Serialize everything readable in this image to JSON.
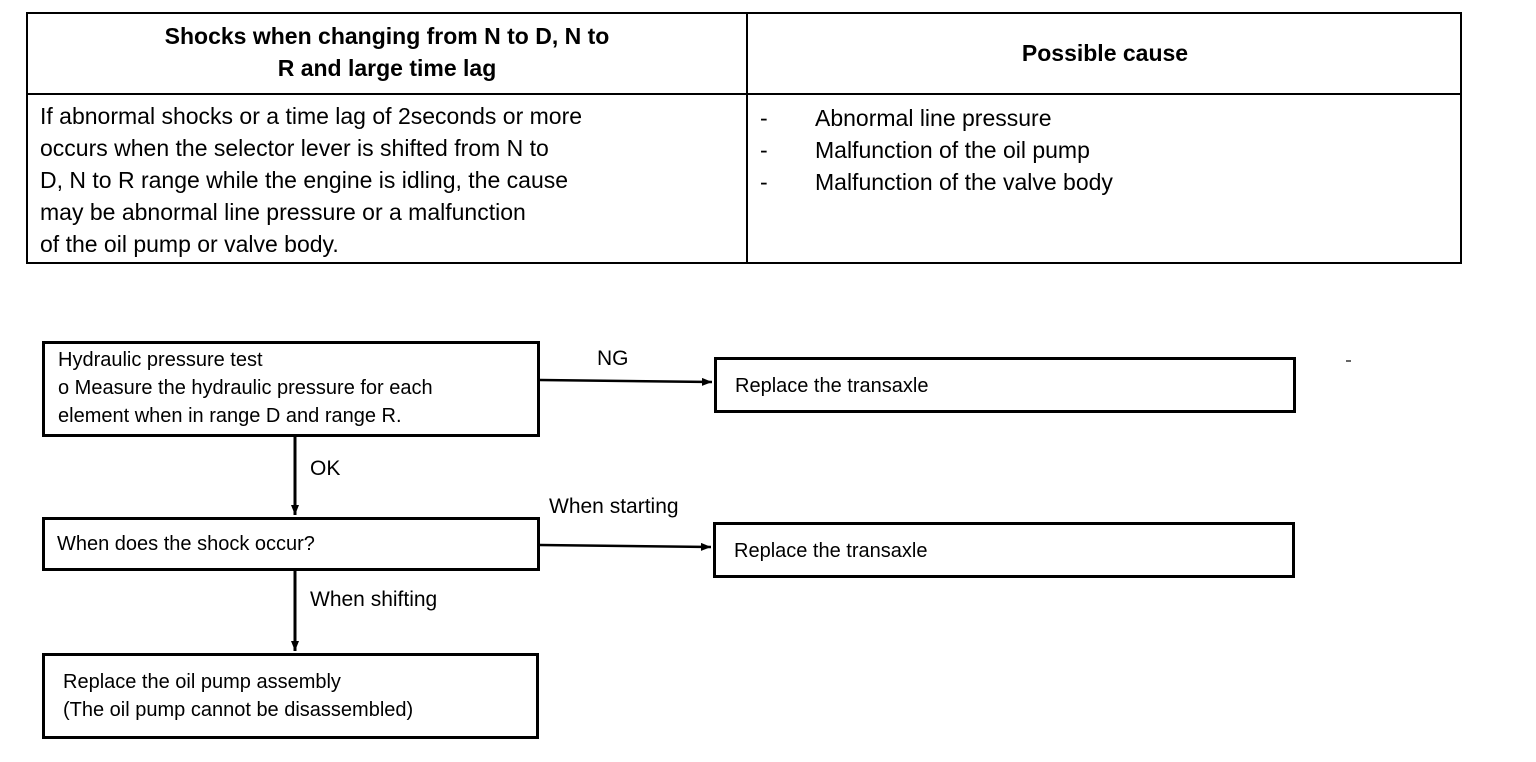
{
  "table": {
    "header_symptom_line1": "Shocks when changing from N to D, N to",
    "header_symptom_line2": "R and large time lag",
    "header_cause": "Possible cause",
    "symptom_lines": [
      "If abnormal shocks or a time lag of 2seconds or more",
      "occurs when the selector lever is shifted from N to",
      "D, N to R range while the engine is idling, the cause",
      "may be abnormal line pressure or a malfunction",
      "of the oil pump or valve body."
    ],
    "cause_dash": "-",
    "causes": [
      "Abnormal line pressure",
      "Malfunction of the oil pump",
      "Malfunction of the valve body"
    ]
  },
  "flow": {
    "hydraulic_test": {
      "line1": "Hydraulic pressure test",
      "line2": "o Measure the hydraulic pressure for each",
      "line3": "element when in range D and range R."
    },
    "ng_label": "NG",
    "replace_transaxle_1": "Replace the transaxle",
    "ok_label": "OK",
    "when_question": "When does the shock occur?",
    "when_starting_label": "When starting",
    "replace_transaxle_2": "Replace the transaxle",
    "when_shifting_label": "When shifting",
    "oil_pump": {
      "line1": "Replace the oil pump assembly",
      "line2": "(The oil pump cannot be disassembled)"
    }
  }
}
